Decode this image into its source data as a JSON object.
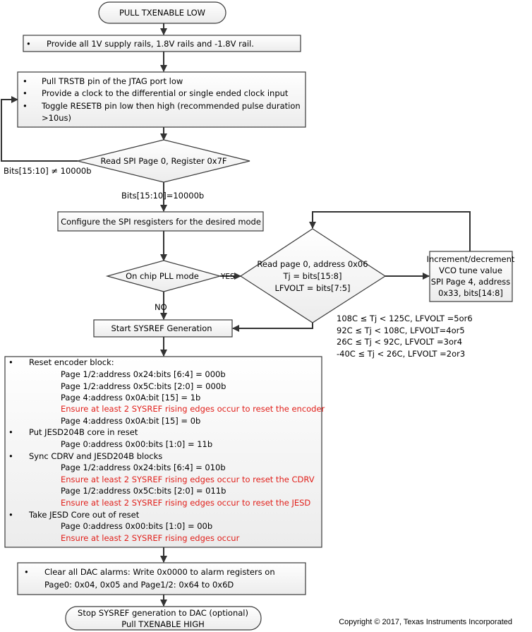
{
  "start": {
    "label": "PULL TXENABLE LOW"
  },
  "step1": {
    "bullets": [
      "Provide all 1V supply rails, 1.8V rails and -1.8V rail."
    ]
  },
  "step2": {
    "bullets": [
      "Pull TRSTB pin of the JTAG port low",
      "Provide a clock to the differential or single ended clock input",
      "Toggle RESETB pin low then high (recommended pulse duration",
      ">10us)"
    ]
  },
  "decision1": {
    "label": "Read SPI Page 0, Register 0x7F",
    "no_label": "Bits[15:10] ≠ 10000b",
    "yes_label": "Bits[15:10]=10000b"
  },
  "step3": {
    "label": "Configure the SPI resgisters for the desired mode"
  },
  "decision2": {
    "label": "On chip PLL mode",
    "yes_label": "YES",
    "no_label": "NO"
  },
  "decision3": {
    "lines": [
      "Read page 0, address 0x06",
      "Tj = bits[15:8]",
      "LFVOLT = bits[7:5]"
    ]
  },
  "vco_box": {
    "lines": [
      "Increment/decrement",
      "VCO tune value",
      "SPI Page 4, address",
      "0x33, bits[14:8]"
    ]
  },
  "lfvolt_table": {
    "lines": [
      "108C ≤  Tj < 125C, LFVOLT =5or6",
      "92C ≤ Tj < 108C, LFVOLT=4or5",
      "26C ≤ Tj < 92C, LFVOLT =3or4",
      "-40C ≤ Tj < 26C, LFVOLT =2or3"
    ]
  },
  "sysref_start": {
    "label": "Start SYSREF Generation"
  },
  "reset_box": {
    "sections": [
      {
        "title": "Reset encoder block:",
        "lines": [
          {
            "text": "Page 1/2:address 0x24:bits [6:4] = 000b",
            "highlight": false
          },
          {
            "text": "Page 1/2:address 0x5C:bits [2:0] = 000b",
            "highlight": false
          },
          {
            "text": "Page 4:address 0x0A:bit [15] = 1b",
            "highlight": false
          },
          {
            "text": "Ensure at least 2 SYSREF rising edges occur to reset the encoder",
            "highlight": true
          },
          {
            "text": "Page 4:address 0x0A:bit [15] = 0b",
            "highlight": false
          }
        ]
      },
      {
        "title": "Put JESD204B core in reset",
        "lines": [
          {
            "text": "Page 0:address 0x00:bits [1:0] = 11b",
            "highlight": false
          }
        ]
      },
      {
        "title": "Sync CDRV and JESD204B blocks",
        "lines": [
          {
            "text": "Page 1/2:address 0x24:bits [6:4] = 010b",
            "highlight": false
          },
          {
            "text": "Ensure at least 2 SYSREF rising edges occur to reset the CDRV",
            "highlight": true
          },
          {
            "text": "Page 1/2:address 0x5C:bits [2:0] = 011b",
            "highlight": false
          },
          {
            "text": "Ensure at least 2 SYSREF rising edges occur to reset the JESD",
            "highlight": true
          }
        ]
      },
      {
        "title": "Take JESD Core out of reset",
        "lines": [
          {
            "text": "Page 0:address 0x00:bits [1:0] = 00b",
            "highlight": false
          },
          {
            "text": "Ensure at least 2 SYSREF rising edges occur",
            "highlight": true
          }
        ]
      }
    ]
  },
  "alarm_box": {
    "lines": [
      "Clear all DAC alarms: Write 0x0000 to alarm registers on",
      "Page0: 0x04, 0x05 and Page1/2: 0x64 to 0x6D"
    ]
  },
  "end": {
    "lines": [
      "Stop SYSREF generation to DAC (optional)",
      "Pull TXENABLE HIGH"
    ]
  },
  "copyright": "Copyright © 2017, Texas Instruments Incorporated",
  "colors": {
    "box_fill": "#f2f2f2",
    "stroke": "#3a3a3a",
    "highlight": "#e1201b"
  }
}
